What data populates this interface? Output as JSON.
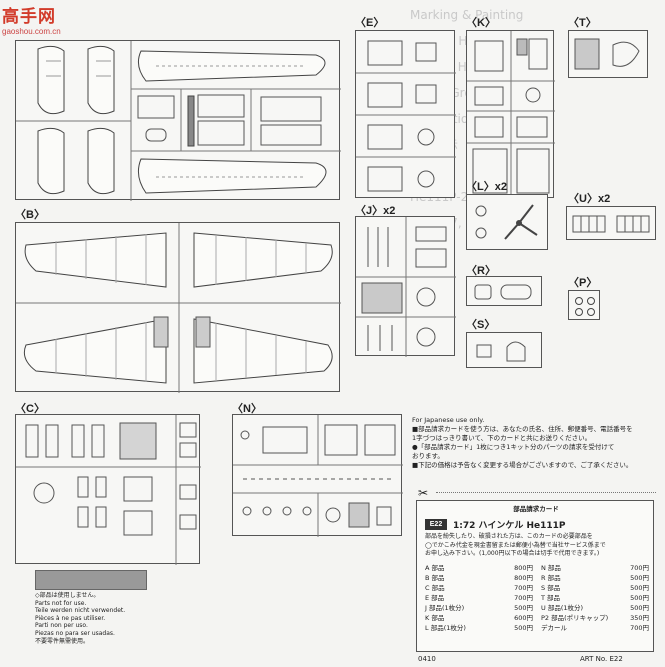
{
  "site_logo": {
    "main": "高手网",
    "sub": "gaoshou.com.cn"
  },
  "section_labels": {
    "E": "〈E〉",
    "K": "〈K〉",
    "T": "〈T〉",
    "B": "〈B〉",
    "J": "〈J〉",
    "J_qty": "x2",
    "L": "〈L〉",
    "L_qty": "x2",
    "U": "〈U〉",
    "U_qty": "x2",
    "R": "〈R〉",
    "P": "〈P〉",
    "S": "〈S〉",
    "C": "〈C〉",
    "N": "〈N〉"
  },
  "notice": {
    "english": "For Japanese use only.",
    "lines": [
      "■部品請求カードを使う方は、あなたの氏名、住所、郵便番号、電話番号を",
      "  1字づつはっきり書いて、下のカードと共にお送りください。",
      "●「部品請求カード」1枚につき1キット分のパーツの請求を受付けて",
      "  おります。",
      "■下記の価格は予告なく変更する場合がございますので、ご了承ください。"
    ]
  },
  "card": {
    "title": "部品請求カード",
    "code": "E22",
    "scale_title": "1:72 ハインケル He111P",
    "intro": [
      "部品を紛失したり、破損された方は、このカードの必要部品を",
      "◯でかこみ代金を現金書留または郵便小為替で当社サービス係まで",
      "お申し込み下さい。(1,000円以下の場合は切手で代用できます。)"
    ],
    "prices_left": [
      {
        "part": "A 部品",
        "price": "800円"
      },
      {
        "part": "B 部品",
        "price": "800円"
      },
      {
        "part": "C 部品",
        "price": "700円"
      },
      {
        "part": "E 部品",
        "price": "700円"
      },
      {
        "part": "J 部品(1枚分)",
        "price": "500円"
      },
      {
        "part": "K 部品",
        "price": "600円"
      },
      {
        "part": "L 部品(1枚分)",
        "price": "500円"
      }
    ],
    "prices_right": [
      {
        "part": "N 部品",
        "price": "700円"
      },
      {
        "part": "R 部品",
        "price": "500円"
      },
      {
        "part": "S 部品",
        "price": "500円"
      },
      {
        "part": "T 部品",
        "price": "500円"
      },
      {
        "part": "U 部品(1枚分)",
        "price": "500円"
      },
      {
        "part": "P2 部品(ポリキャップ)",
        "price": "350円"
      },
      {
        "part": "デカール",
        "price": "700円"
      }
    ],
    "art_no": "ART No. E22"
  },
  "not_for_sale": [
    "◇部品は使用しません。",
    "Parts not for use.",
    "Teile werden nicht verwendet.",
    "Pièces à ne pas utiliser.",
    "Parti non per uso.",
    "Piezas no para ser usadas.",
    "不要零件無需使用。"
  ],
  "footer_code": "0410",
  "ghost_text": "Marking & Painting\nHeinkel He111P-2\n3.KG55 Hungarian\nGreen/Grey camouflage\nDecoration y Pintura\n部品表示\n\nHe111P-2\n3./KG27, Multi Color\n\n\n"
}
